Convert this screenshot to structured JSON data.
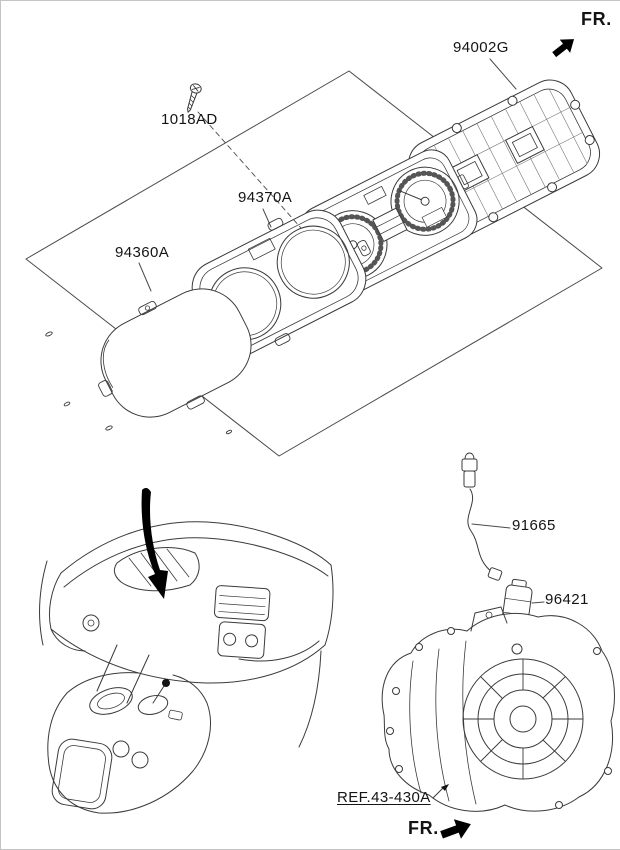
{
  "diagram": {
    "fr_top": "FR.",
    "fr_bottom": "FR.",
    "callouts": {
      "housing": "94002G",
      "screw": "1018AD",
      "bezel": "94370A",
      "lens": "94360A",
      "harness": "91665",
      "sensor": "96421",
      "transmission_ref": "REF.43-430A"
    },
    "colors": {
      "line": "#3a3a3a",
      "text": "#141414",
      "arrow": "#000000",
      "background": "#ffffff"
    }
  }
}
